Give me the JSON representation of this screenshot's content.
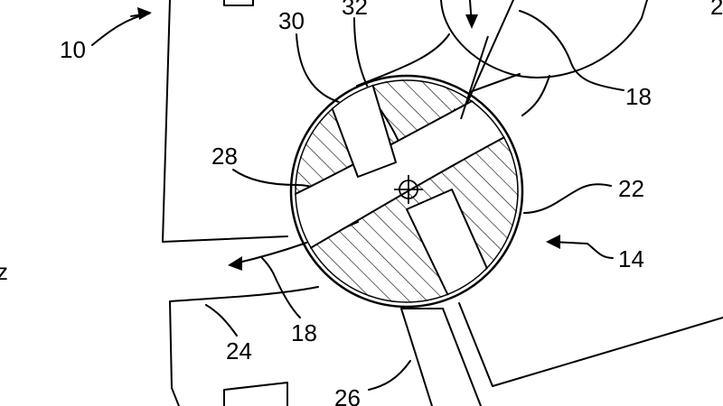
{
  "labels": {
    "l10": "10",
    "l30": "30",
    "l32": "32",
    "l18_top": "18",
    "l28": "28",
    "l22": "22",
    "l14": "14",
    "l24": "24",
    "l18_bottom": "18",
    "l26": "26",
    "l2_partial": "2",
    "l_z_partial": "z"
  },
  "colors": {
    "ink": "#000000",
    "paper": "#ffffff"
  }
}
